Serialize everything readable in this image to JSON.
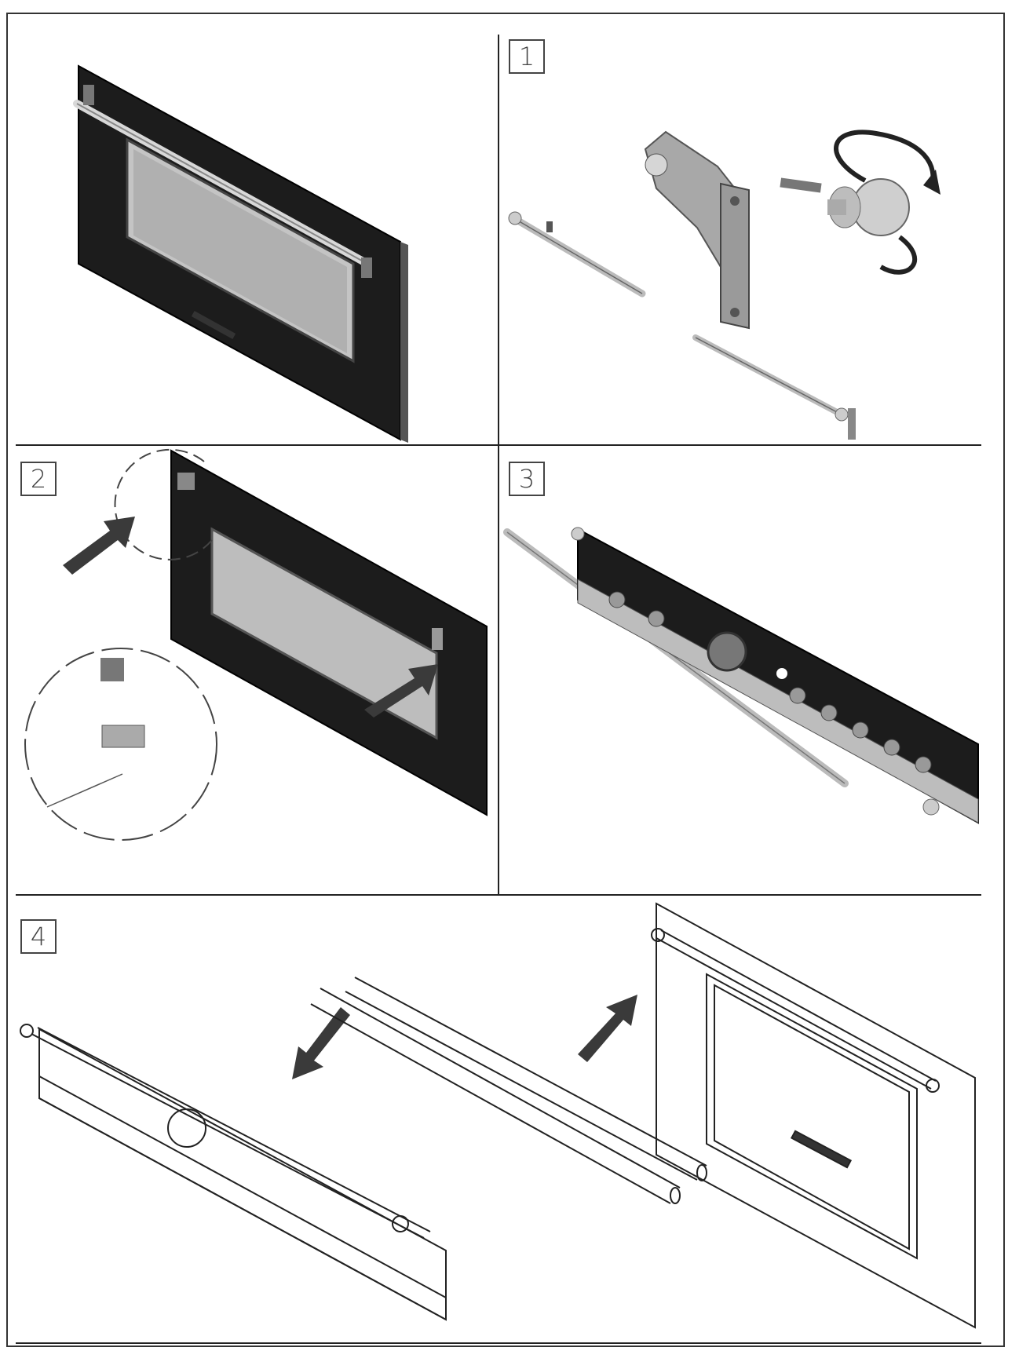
{
  "steps": [
    {
      "label": "1"
    },
    {
      "label": "2"
    },
    {
      "label": "3"
    },
    {
      "label": "4"
    }
  ],
  "colors": {
    "frame": "#333333",
    "door_dark": "#1a1a1a",
    "glass": "#b8b8b8",
    "metal": "#d0d0d0",
    "arrow": "#3a3a3a",
    "line_art": "#222222"
  },
  "icons": [
    "oven-door-icon",
    "handle-bracket-icon",
    "knob-icon",
    "rotate-arrow-icon",
    "push-arrow-icon",
    "magnifier-circle-icon",
    "handle-rod-icon"
  ]
}
